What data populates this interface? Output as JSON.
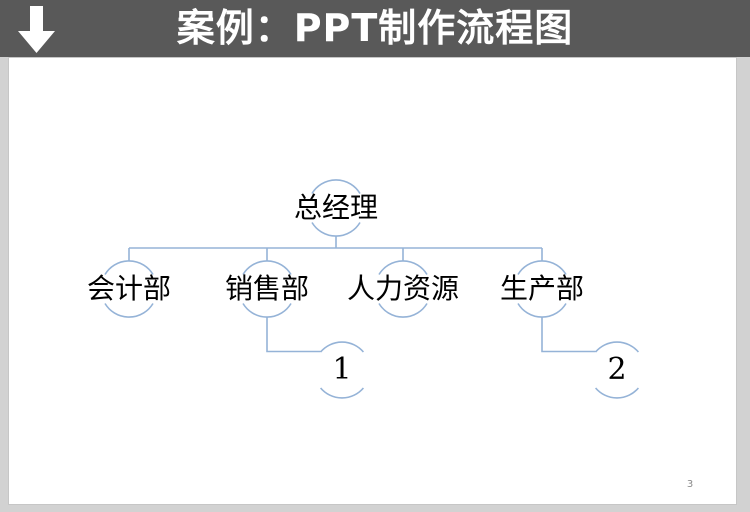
{
  "title_bar": {
    "title": "案例：PPT制作流程图",
    "icon": "down-arrow-icon",
    "background": "#595959",
    "text_color": "#ffffff"
  },
  "page": {
    "number": "3"
  },
  "colors": {
    "connector": "#95b3d7",
    "slide_background": "#ffffff",
    "canvas_background": "#d2d2d2",
    "node_text": "#000000",
    "page_number": "#8a8a8a"
  },
  "diagram": {
    "type": "org-chart",
    "nodes": [
      {
        "id": "general-manager",
        "label": "总经理",
        "parent": null
      },
      {
        "id": "accounting",
        "label": "会计部",
        "parent": "总经理"
      },
      {
        "id": "sales",
        "label": "销售部",
        "parent": "总经理"
      },
      {
        "id": "human-resources",
        "label": "人力资源",
        "parent": "总经理"
      },
      {
        "id": "production",
        "label": "生产部",
        "parent": "总经理"
      },
      {
        "id": "sub-1",
        "label": "1",
        "parent": "销售部"
      },
      {
        "id": "sub-2",
        "label": "2",
        "parent": "生产部"
      }
    ]
  }
}
